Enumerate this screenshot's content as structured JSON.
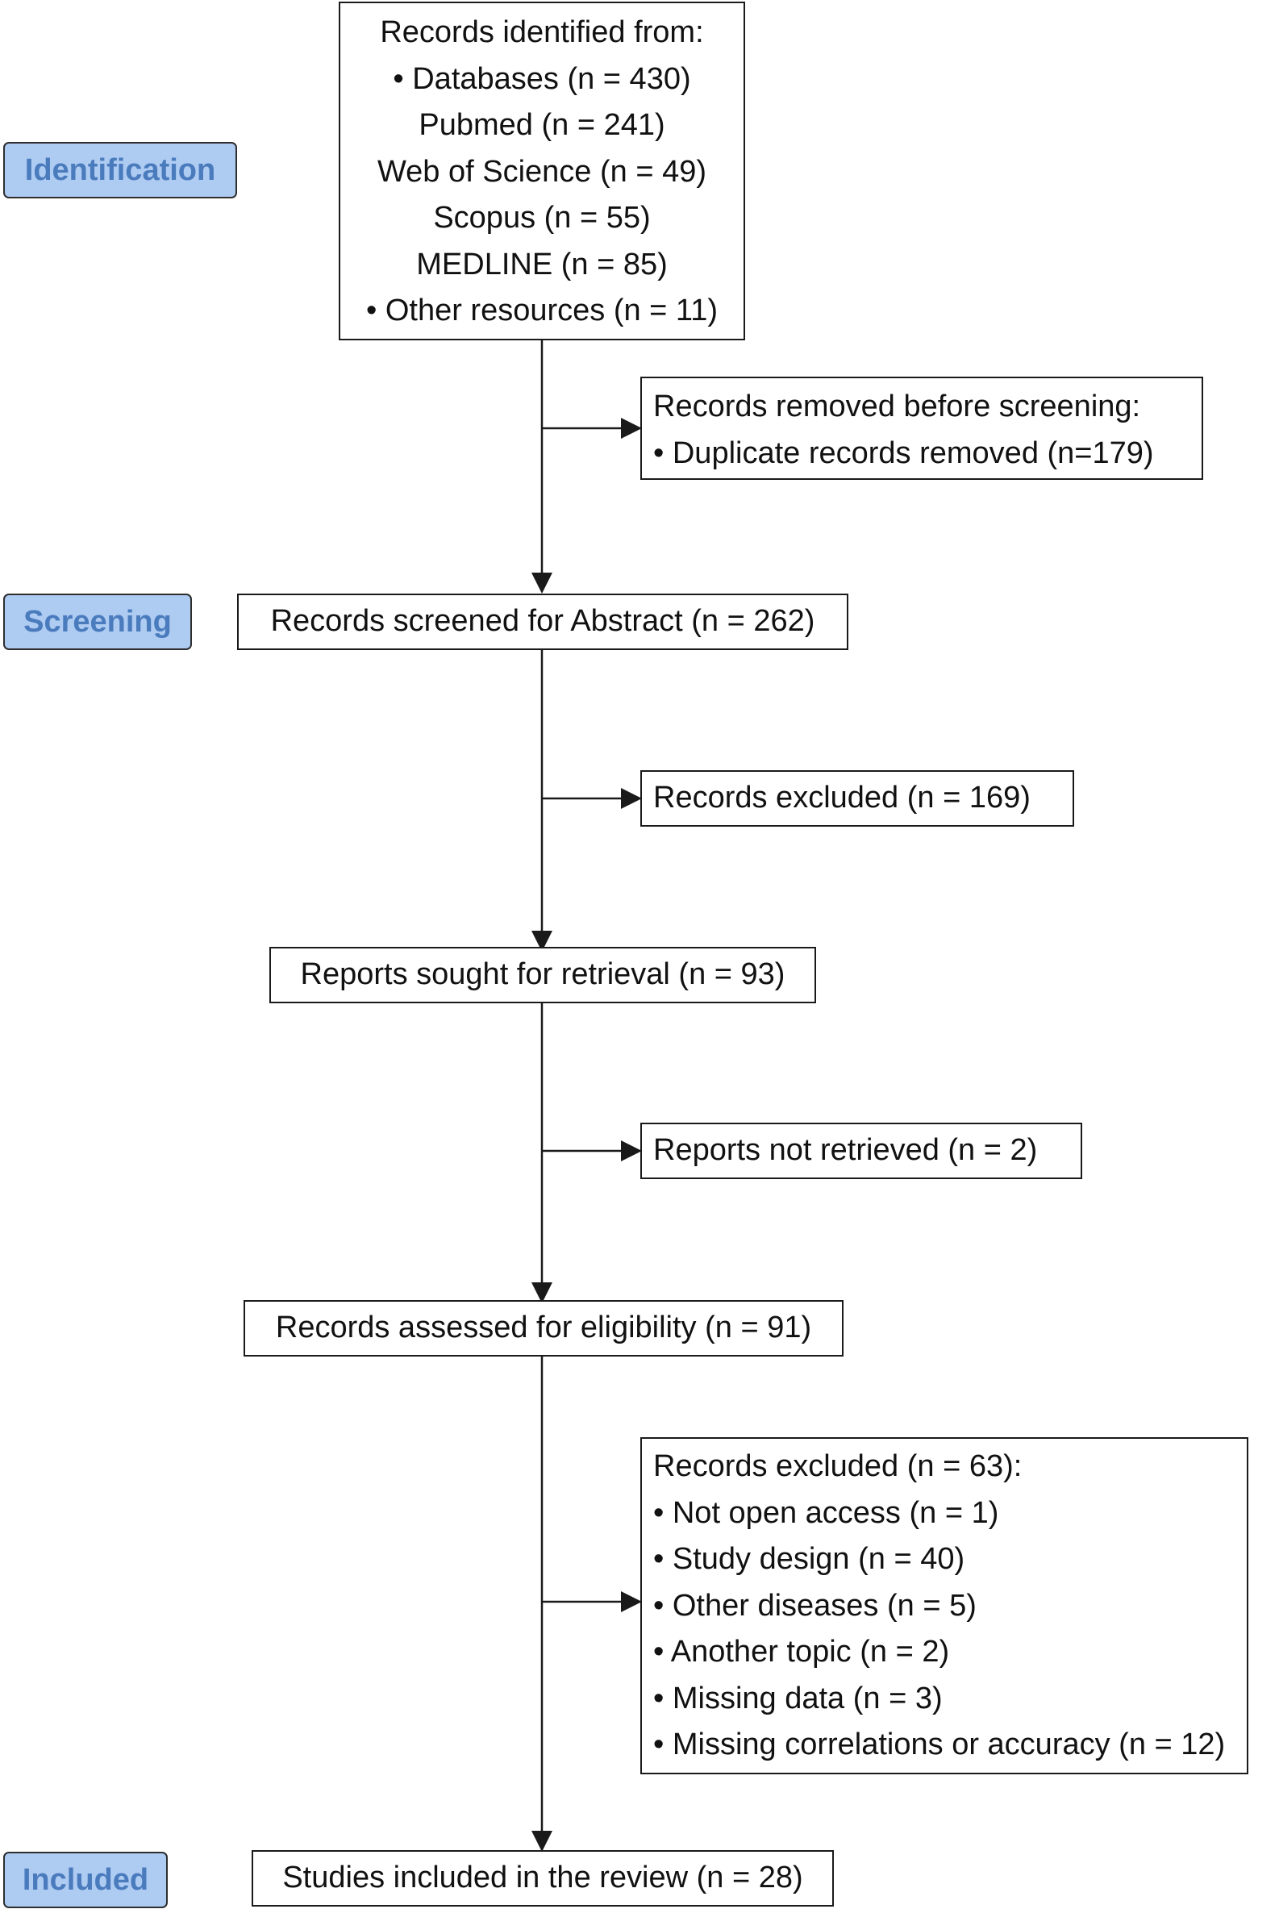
{
  "colors": {
    "stage_fill": "#aecbf2",
    "stage_text": "#4a7bbd",
    "line": "#1a1a1a"
  },
  "stages": {
    "identification": "Identification",
    "screening": "Screening",
    "included": "Included"
  },
  "identified": {
    "lines": [
      "Records identified from:",
      "• Databases (n = 430)",
      "Pubmed (n = 241)",
      "Web of Science (n = 49)",
      "Scopus (n = 55)",
      "MEDLINE (n = 85)",
      "• Other resources (n = 11)"
    ]
  },
  "removed": {
    "lines": [
      "Records removed before screening:",
      "• Duplicate records removed (n=179)"
    ]
  },
  "screened": "Records screened for Abstract (n = 262)",
  "excluded_abstract": "Records excluded (n = 169)",
  "sought": "Reports sought for retrieval (n = 93)",
  "not_retrieved": "Reports not retrieved (n = 2)",
  "assessed": "Records assessed for eligibility (n = 91)",
  "excluded_full": {
    "lines": [
      "Records excluded (n = 63):",
      "• Not open access (n = 1)",
      "• Study design (n = 40)",
      "• Other diseases (n = 5)",
      "• Another topic (n = 2)",
      "• Missing data (n = 3)",
      "• Missing correlations or accuracy (n = 12)"
    ]
  },
  "included": "Studies included in the review (n = 28)"
}
